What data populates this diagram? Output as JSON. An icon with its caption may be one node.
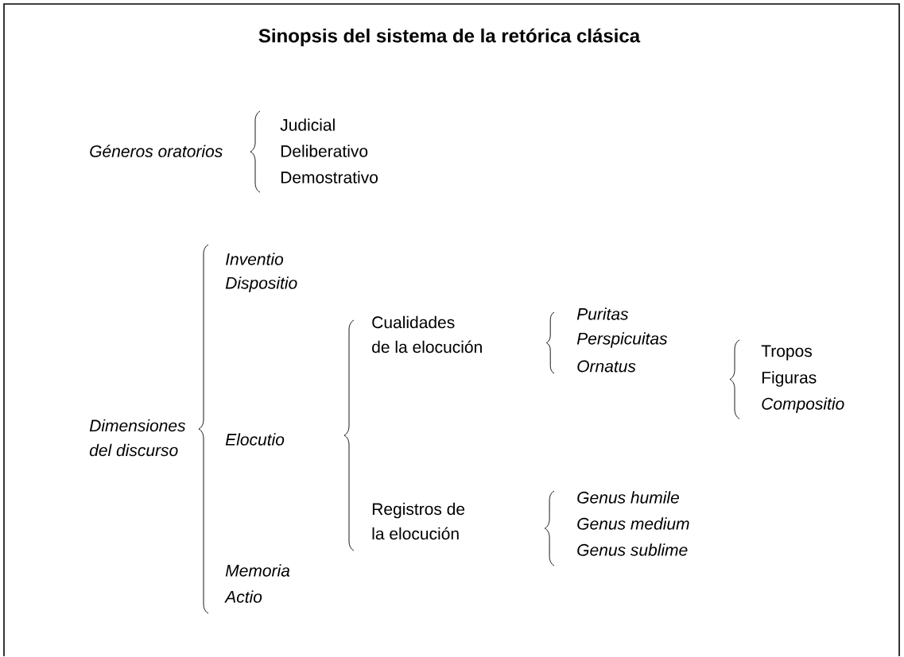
{
  "diagram": {
    "title": "Sinopsis del sistema de la retórica clásica",
    "labels": [
      "Géneros oratorios",
      "Judicial",
      "Deliberativo",
      "Demostrativo",
      "Inventio",
      "Dispositio",
      "Cualidades de la elocución",
      "Puritas",
      "Perspicuitas",
      "Ornatus",
      "Tropos",
      "Figuras",
      "Compositio",
      "Dimensiones del discurso",
      "Elocutio",
      "Registros de la elocución",
      "Genus humile",
      "Genus medium",
      "Genus sublime",
      "Memoria",
      "Actio"
    ]
  }
}
